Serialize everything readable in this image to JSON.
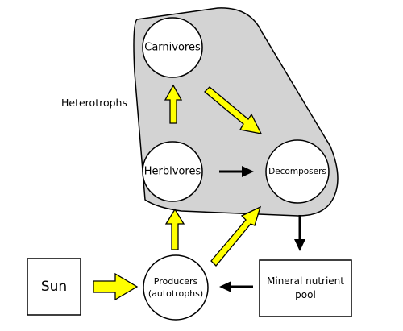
{
  "group_label": "Heterotrophs",
  "nodes": {
    "carnivores": "Carnivores",
    "herbivores": "Herbivores",
    "decomposers": "Decomposers",
    "producers_line1": "Producers",
    "producers_line2": "(autotrophs)",
    "sun": "Sun",
    "mineral_line1": "Mineral nutrient",
    "mineral_line2": "pool"
  },
  "colors": {
    "group_fill": "#d3d3d3",
    "energy_arrow": "#ffff00",
    "nutrient_arrow": "#000000",
    "outline": "#000000",
    "node_fill": "#ffffff"
  }
}
